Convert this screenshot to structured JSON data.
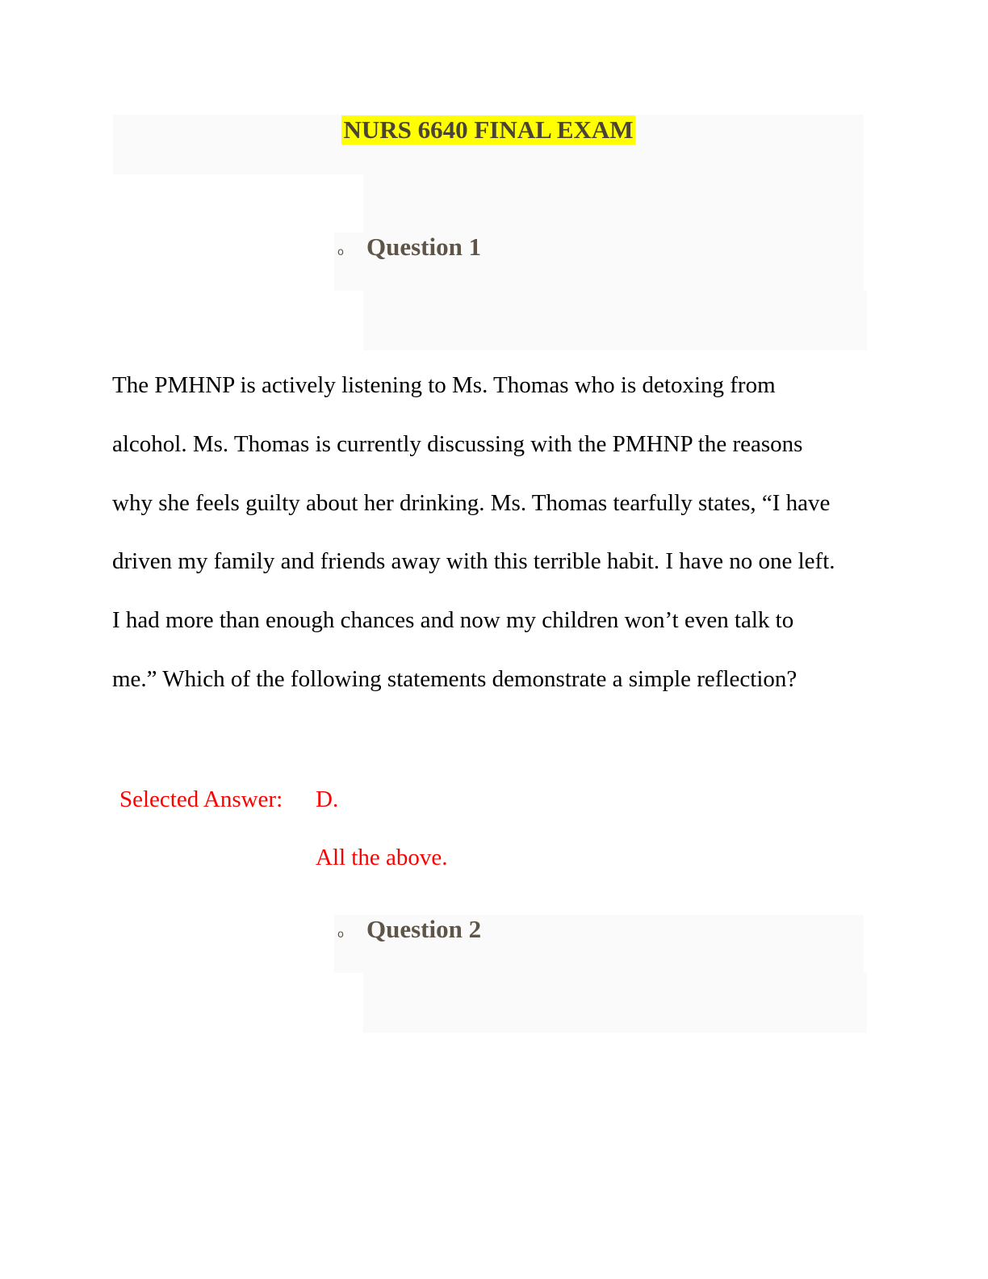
{
  "document": {
    "title": "NURS 6640 FINAL EXAM",
    "questions": [
      {
        "bullet": "o",
        "label": "Question 1",
        "text": "The PMHNP is actively listening to Ms. Thomas who is detoxing from alcohol. Ms. Thomas is currently discussing with the PMHNP the reasons why she feels guilty about her drinking. Ms. Thomas tearfully states, “I have driven my family and friends away with this terrible habit. I have no one left. I had more than enough chances and now my children won’t even talk to me.” Which of the following statements demonstrate a simple reflection?",
        "selected_answer_label": "Selected Answer:",
        "selected_answer_letter": "D.",
        "selected_answer_text": "All the above."
      },
      {
        "bullet": "o",
        "label": "Question 2"
      }
    ]
  },
  "colors": {
    "highlight": "#ffff00",
    "heading_text": "#5f5448",
    "answer_text": "#ff0000"
  }
}
